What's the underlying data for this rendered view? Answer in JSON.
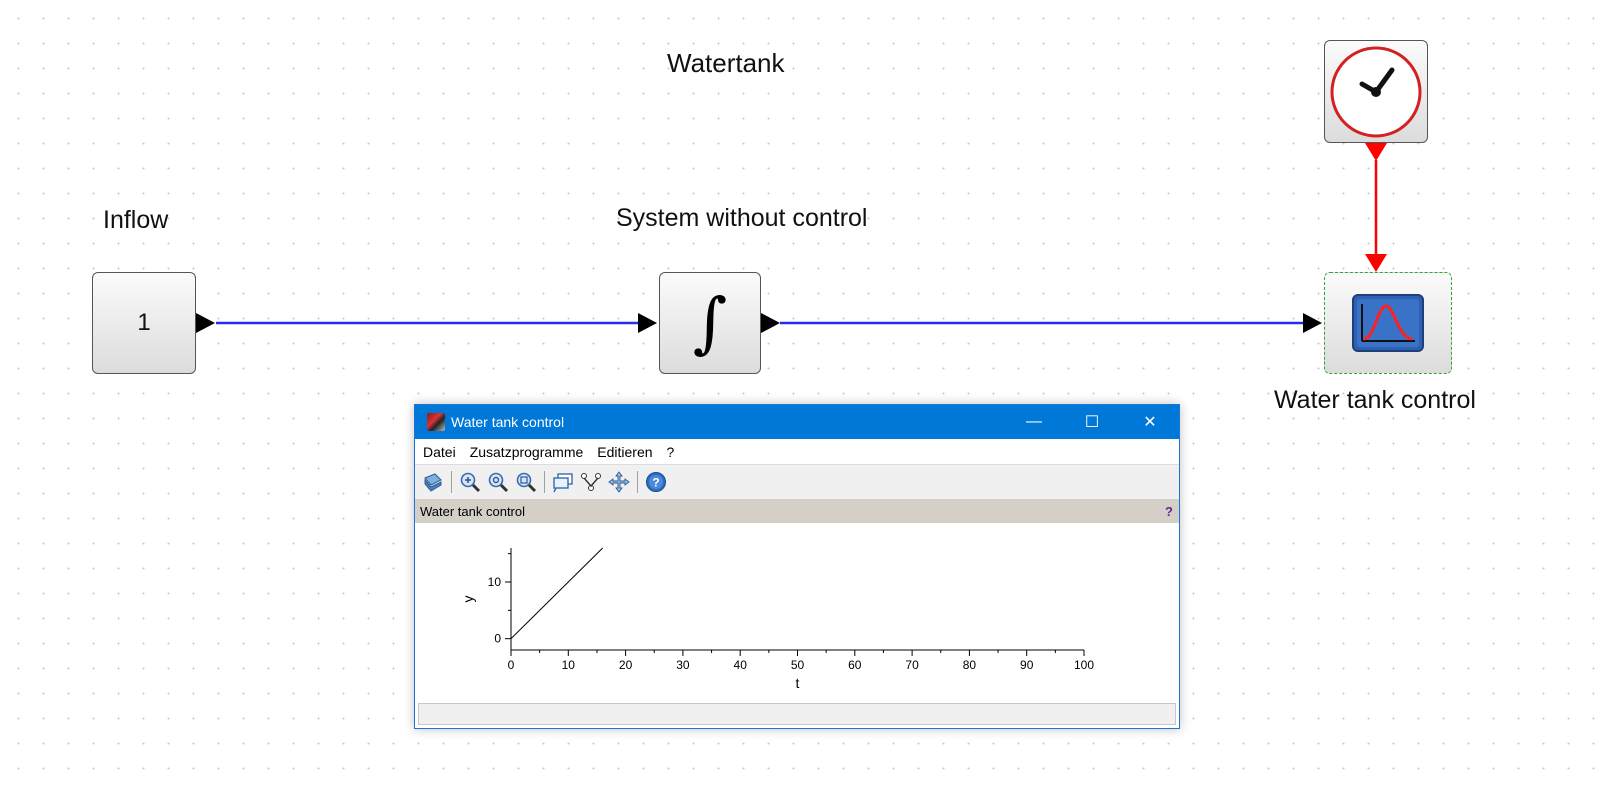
{
  "diagram": {
    "title": "Watertank",
    "blocks": {
      "inflow": {
        "label": "Inflow",
        "value": "1"
      },
      "integrator": {
        "label": "System without control",
        "symbol": "∫"
      },
      "scope": {
        "label": "Water tank control"
      },
      "clock": {
        "icon": "clock-icon"
      }
    },
    "colors": {
      "regular_link": "#2a2af0",
      "event_link": "#ff0000",
      "port": "#000000",
      "clock_ring": "#d32020",
      "selection": "#2fa82f"
    }
  },
  "window": {
    "title": "Water tank control",
    "controls": {
      "minimize": "—",
      "maximize": "☐",
      "close": "✕"
    },
    "menu": [
      "Datei",
      "Zusatzprogramme",
      "Editieren",
      "?"
    ],
    "toolbar": [
      "figure-editor-icon",
      "zoom-in-icon",
      "zoom-reset-icon",
      "zoom-area-icon",
      "datatip-icon",
      "curve-icon",
      "pan-icon",
      "help-icon"
    ],
    "panel": {
      "title": "Water tank control",
      "help": "?"
    }
  },
  "chart_data": {
    "type": "line",
    "title": "",
    "xlabel": "t",
    "ylabel": "y",
    "xlim": [
      0,
      100
    ],
    "ylim": [
      -2,
      16
    ],
    "xticks": [
      0,
      10,
      20,
      30,
      40,
      50,
      60,
      70,
      80,
      90,
      100
    ],
    "yticks": [
      0,
      10
    ],
    "series": [
      {
        "x": [
          0,
          16
        ],
        "y": [
          0,
          16
        ]
      }
    ],
    "grid": false
  }
}
